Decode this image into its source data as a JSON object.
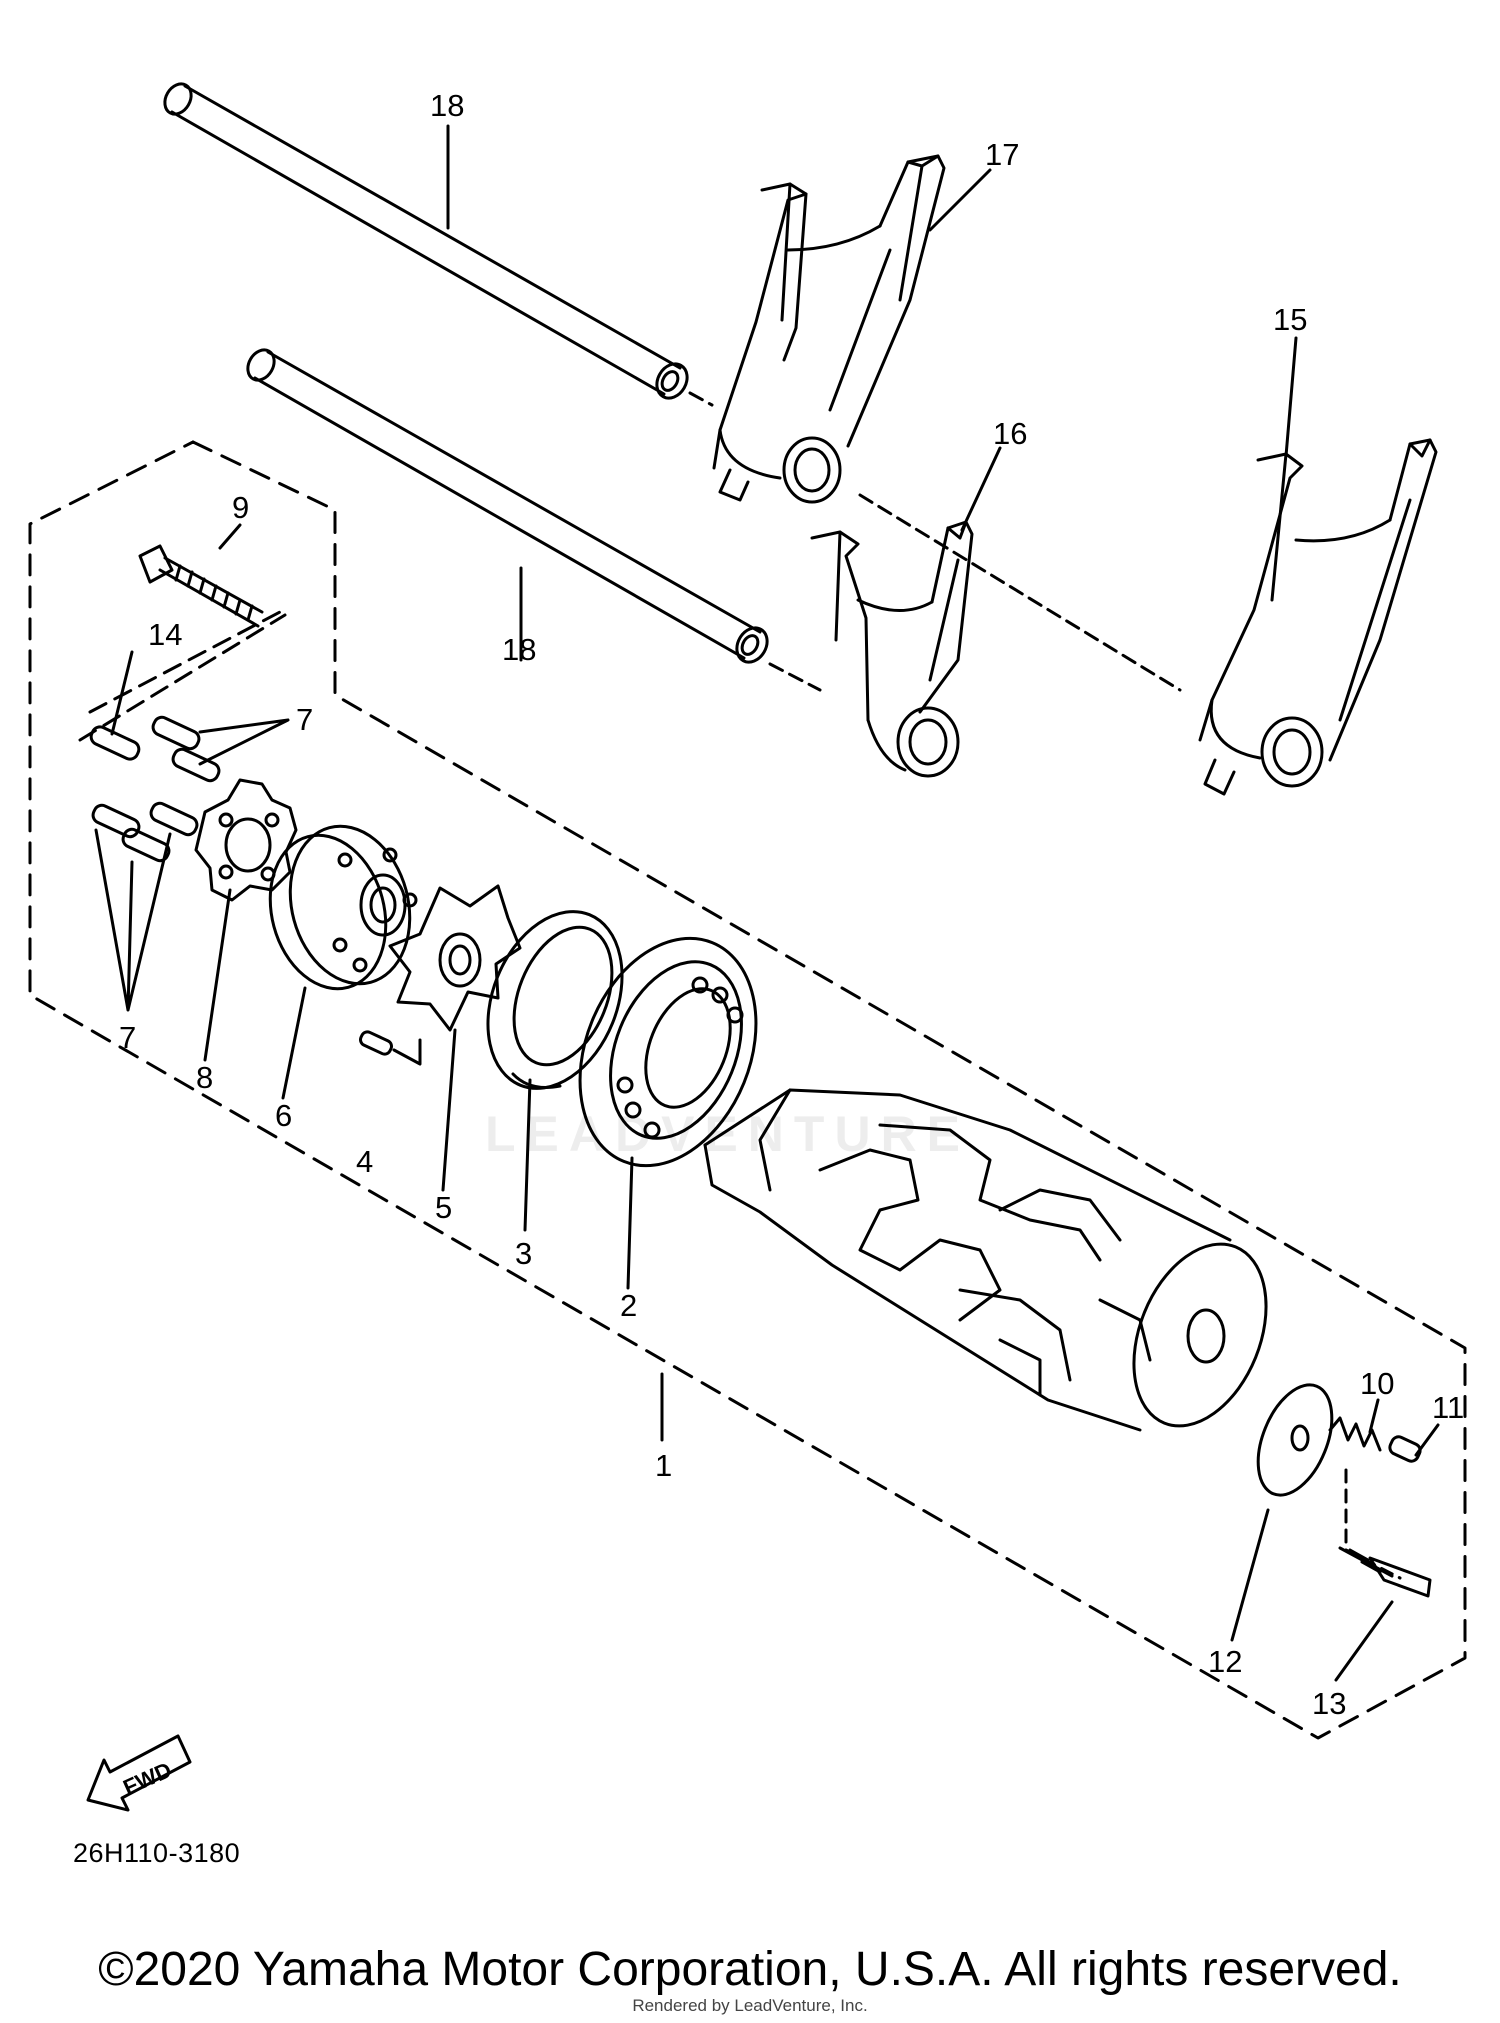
{
  "diagram": {
    "callouts": {
      "c1": "1",
      "c2": "2",
      "c3": "3",
      "c4": "4",
      "c5": "5",
      "c6": "6",
      "c7a": "7",
      "c7b": "7",
      "c8": "8",
      "c9": "9",
      "c10": "10",
      "c11": "11",
      "c12": "12",
      "c13": "13",
      "c14": "14",
      "c15": "15",
      "c16": "16",
      "c17": "17",
      "c18a": "18",
      "c18b": "18"
    },
    "fwd_label": "FWD",
    "part_code": "26H110-3180",
    "watermark": "LEADVENTURE",
    "copyright": "©2020 Yamaha Motor Corporation, U.S.A. All rights reserved.",
    "rendered_by": "Rendered by LeadVenture, Inc."
  }
}
